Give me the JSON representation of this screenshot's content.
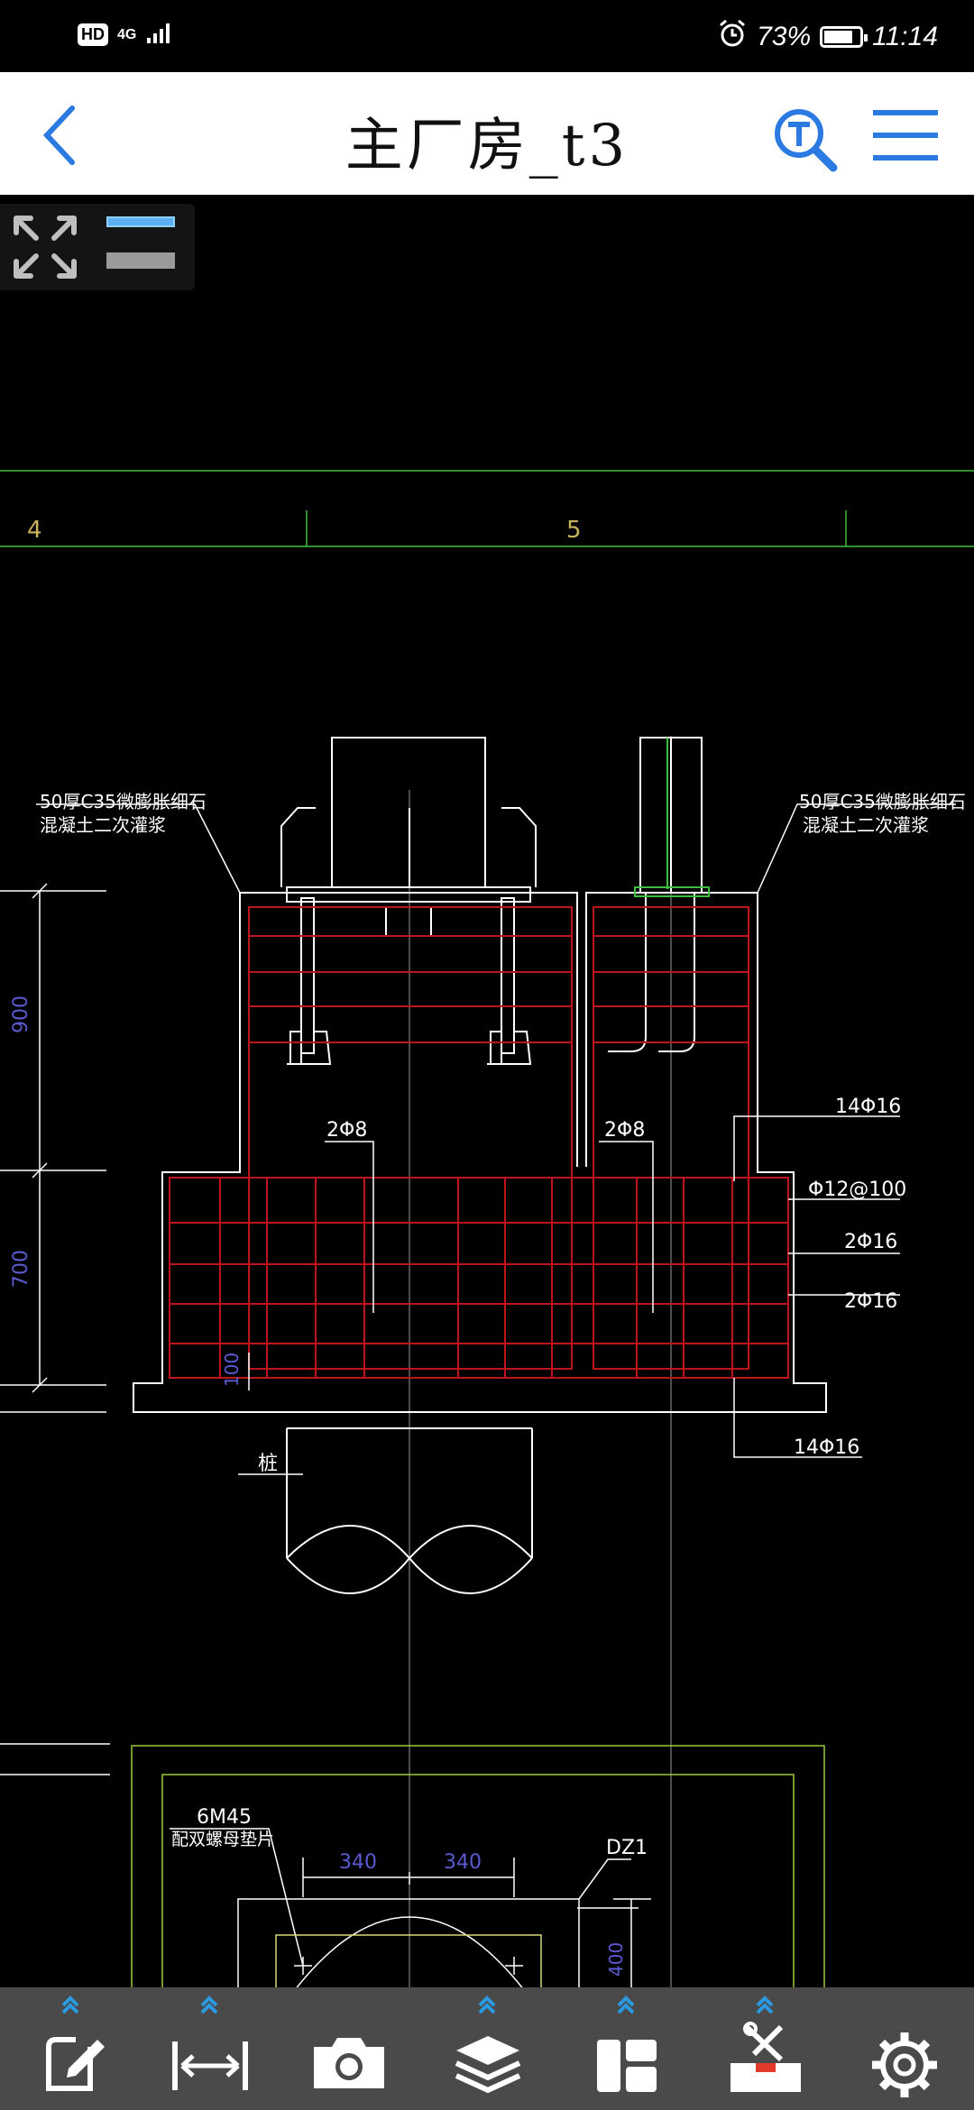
{
  "status_bar": {
    "hd": "HD",
    "network": "4G",
    "battery": "73%",
    "time": "11:14"
  },
  "header": {
    "title": "主厂房_t3"
  },
  "drawing": {
    "grid_labels": [
      "4",
      "5"
    ],
    "notes": {
      "grout_left_1": "50厚C35微膨胀细石",
      "grout_left_2": "混凝土二次灌浆",
      "grout_right_1": "50厚C35微膨胀细石",
      "grout_right_2": "混凝土二次灌浆",
      "rebar_top": "14Φ16",
      "rebar_stirrup": "Φ12@100",
      "rebar_2phi16_a": "2Φ16",
      "rebar_2phi16_b": "2Φ16",
      "rebar_bottom": "14Φ16",
      "rebar_2phi8_left": "2Φ8",
      "rebar_2phi8_right": "2Φ8",
      "pile": "桩",
      "bolts": "6M45",
      "bolts_note": "配双螺母垫片",
      "column": "DZ1"
    },
    "dimensions": {
      "d900": "900",
      "d700": "700",
      "d100": "100",
      "d340a": "340",
      "d340b": "340",
      "d400": "400"
    }
  },
  "colors": {
    "accent": "#2a7ae2",
    "rebar": "#c0141c",
    "grid": "#3fbf3f",
    "dimension": "#5a5ad0",
    "label": "#c8b45a"
  }
}
